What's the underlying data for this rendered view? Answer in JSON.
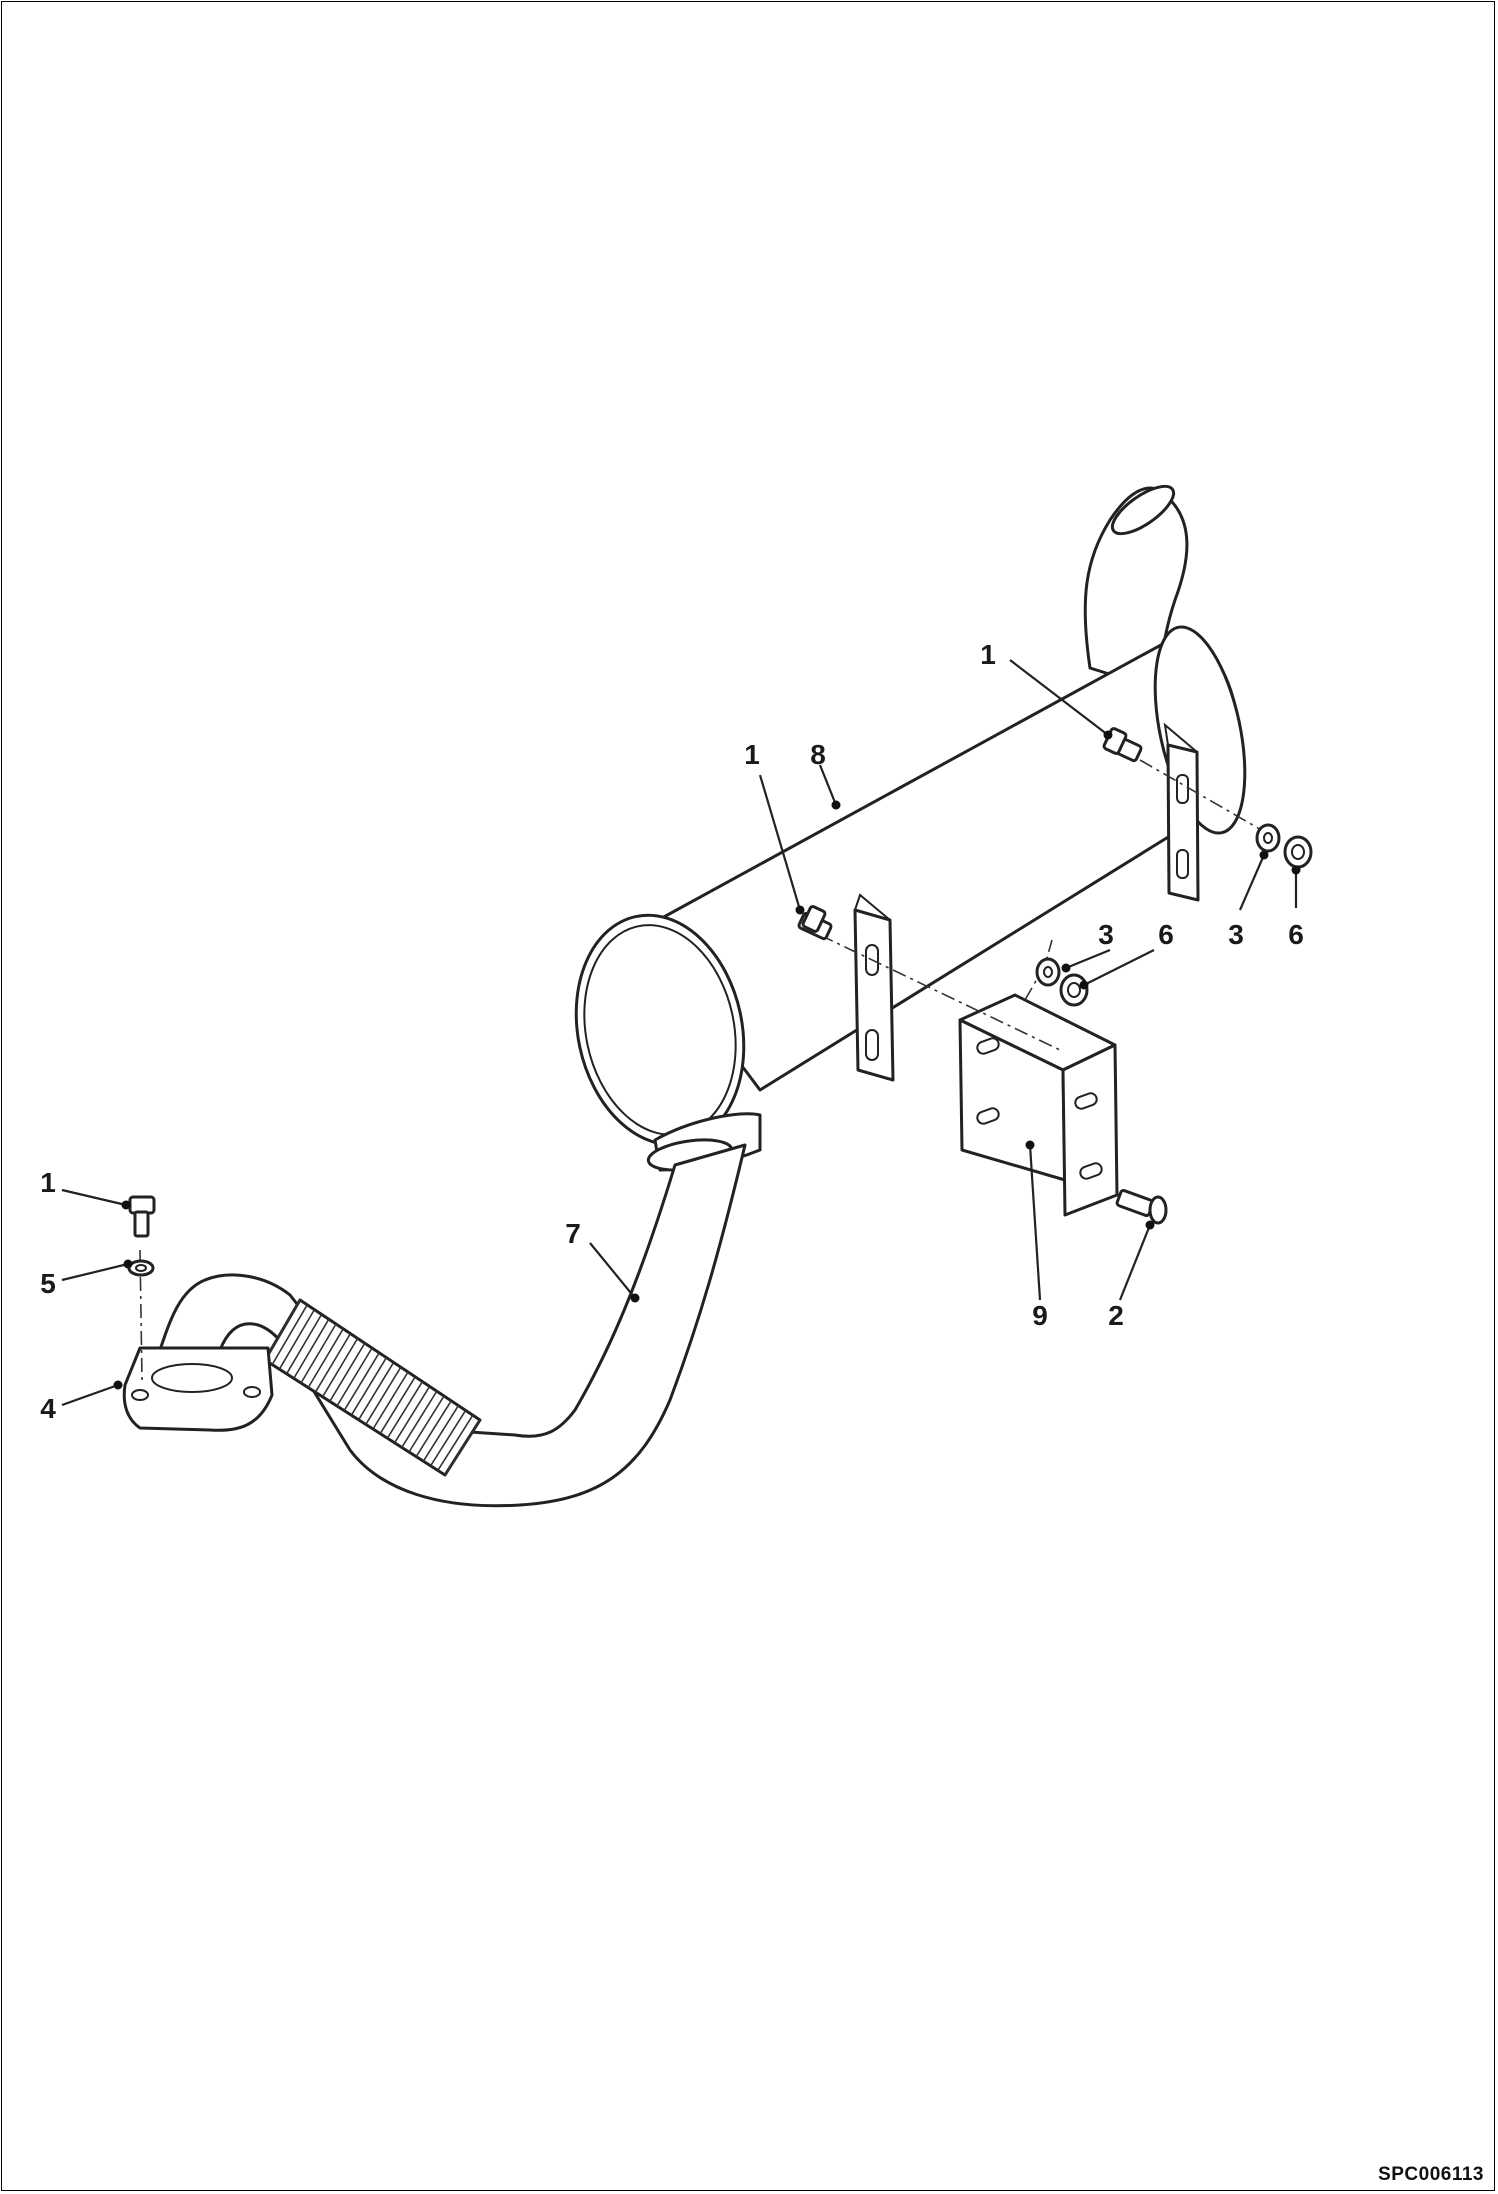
{
  "drawing_code": "SPC006113",
  "callouts": [
    {
      "id": "c1a",
      "label": "1"
    },
    {
      "id": "c8",
      "label": "8"
    },
    {
      "id": "c1b",
      "label": "1"
    },
    {
      "id": "c3a",
      "label": "3"
    },
    {
      "id": "c6a",
      "label": "6"
    },
    {
      "id": "c3b",
      "label": "3"
    },
    {
      "id": "c6b",
      "label": "6"
    },
    {
      "id": "c1c",
      "label": "1"
    },
    {
      "id": "c5",
      "label": "5"
    },
    {
      "id": "c4",
      "label": "4"
    },
    {
      "id": "c7",
      "label": "7"
    },
    {
      "id": "c9",
      "label": "9"
    },
    {
      "id": "c2",
      "label": "2"
    }
  ]
}
